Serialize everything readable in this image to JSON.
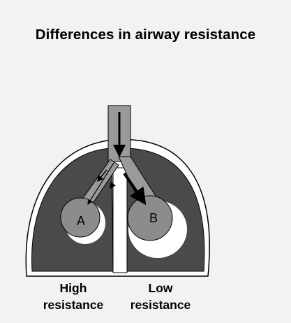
{
  "title": "Differences in airway resistance",
  "alveoli": {
    "left_label": "A",
    "right_label": "B"
  },
  "captions": {
    "left": {
      "line1": "High",
      "line2": "resistance"
    },
    "right": {
      "line1": "Low",
      "line2": "resistance"
    }
  },
  "colors": {
    "background": "#f2f2f2",
    "lung_fill": "#4a4a4a",
    "airway": "#9a9a9a",
    "alveolus": "#8c8c8c",
    "pleura": "#ffffff",
    "outline": "#000000"
  }
}
